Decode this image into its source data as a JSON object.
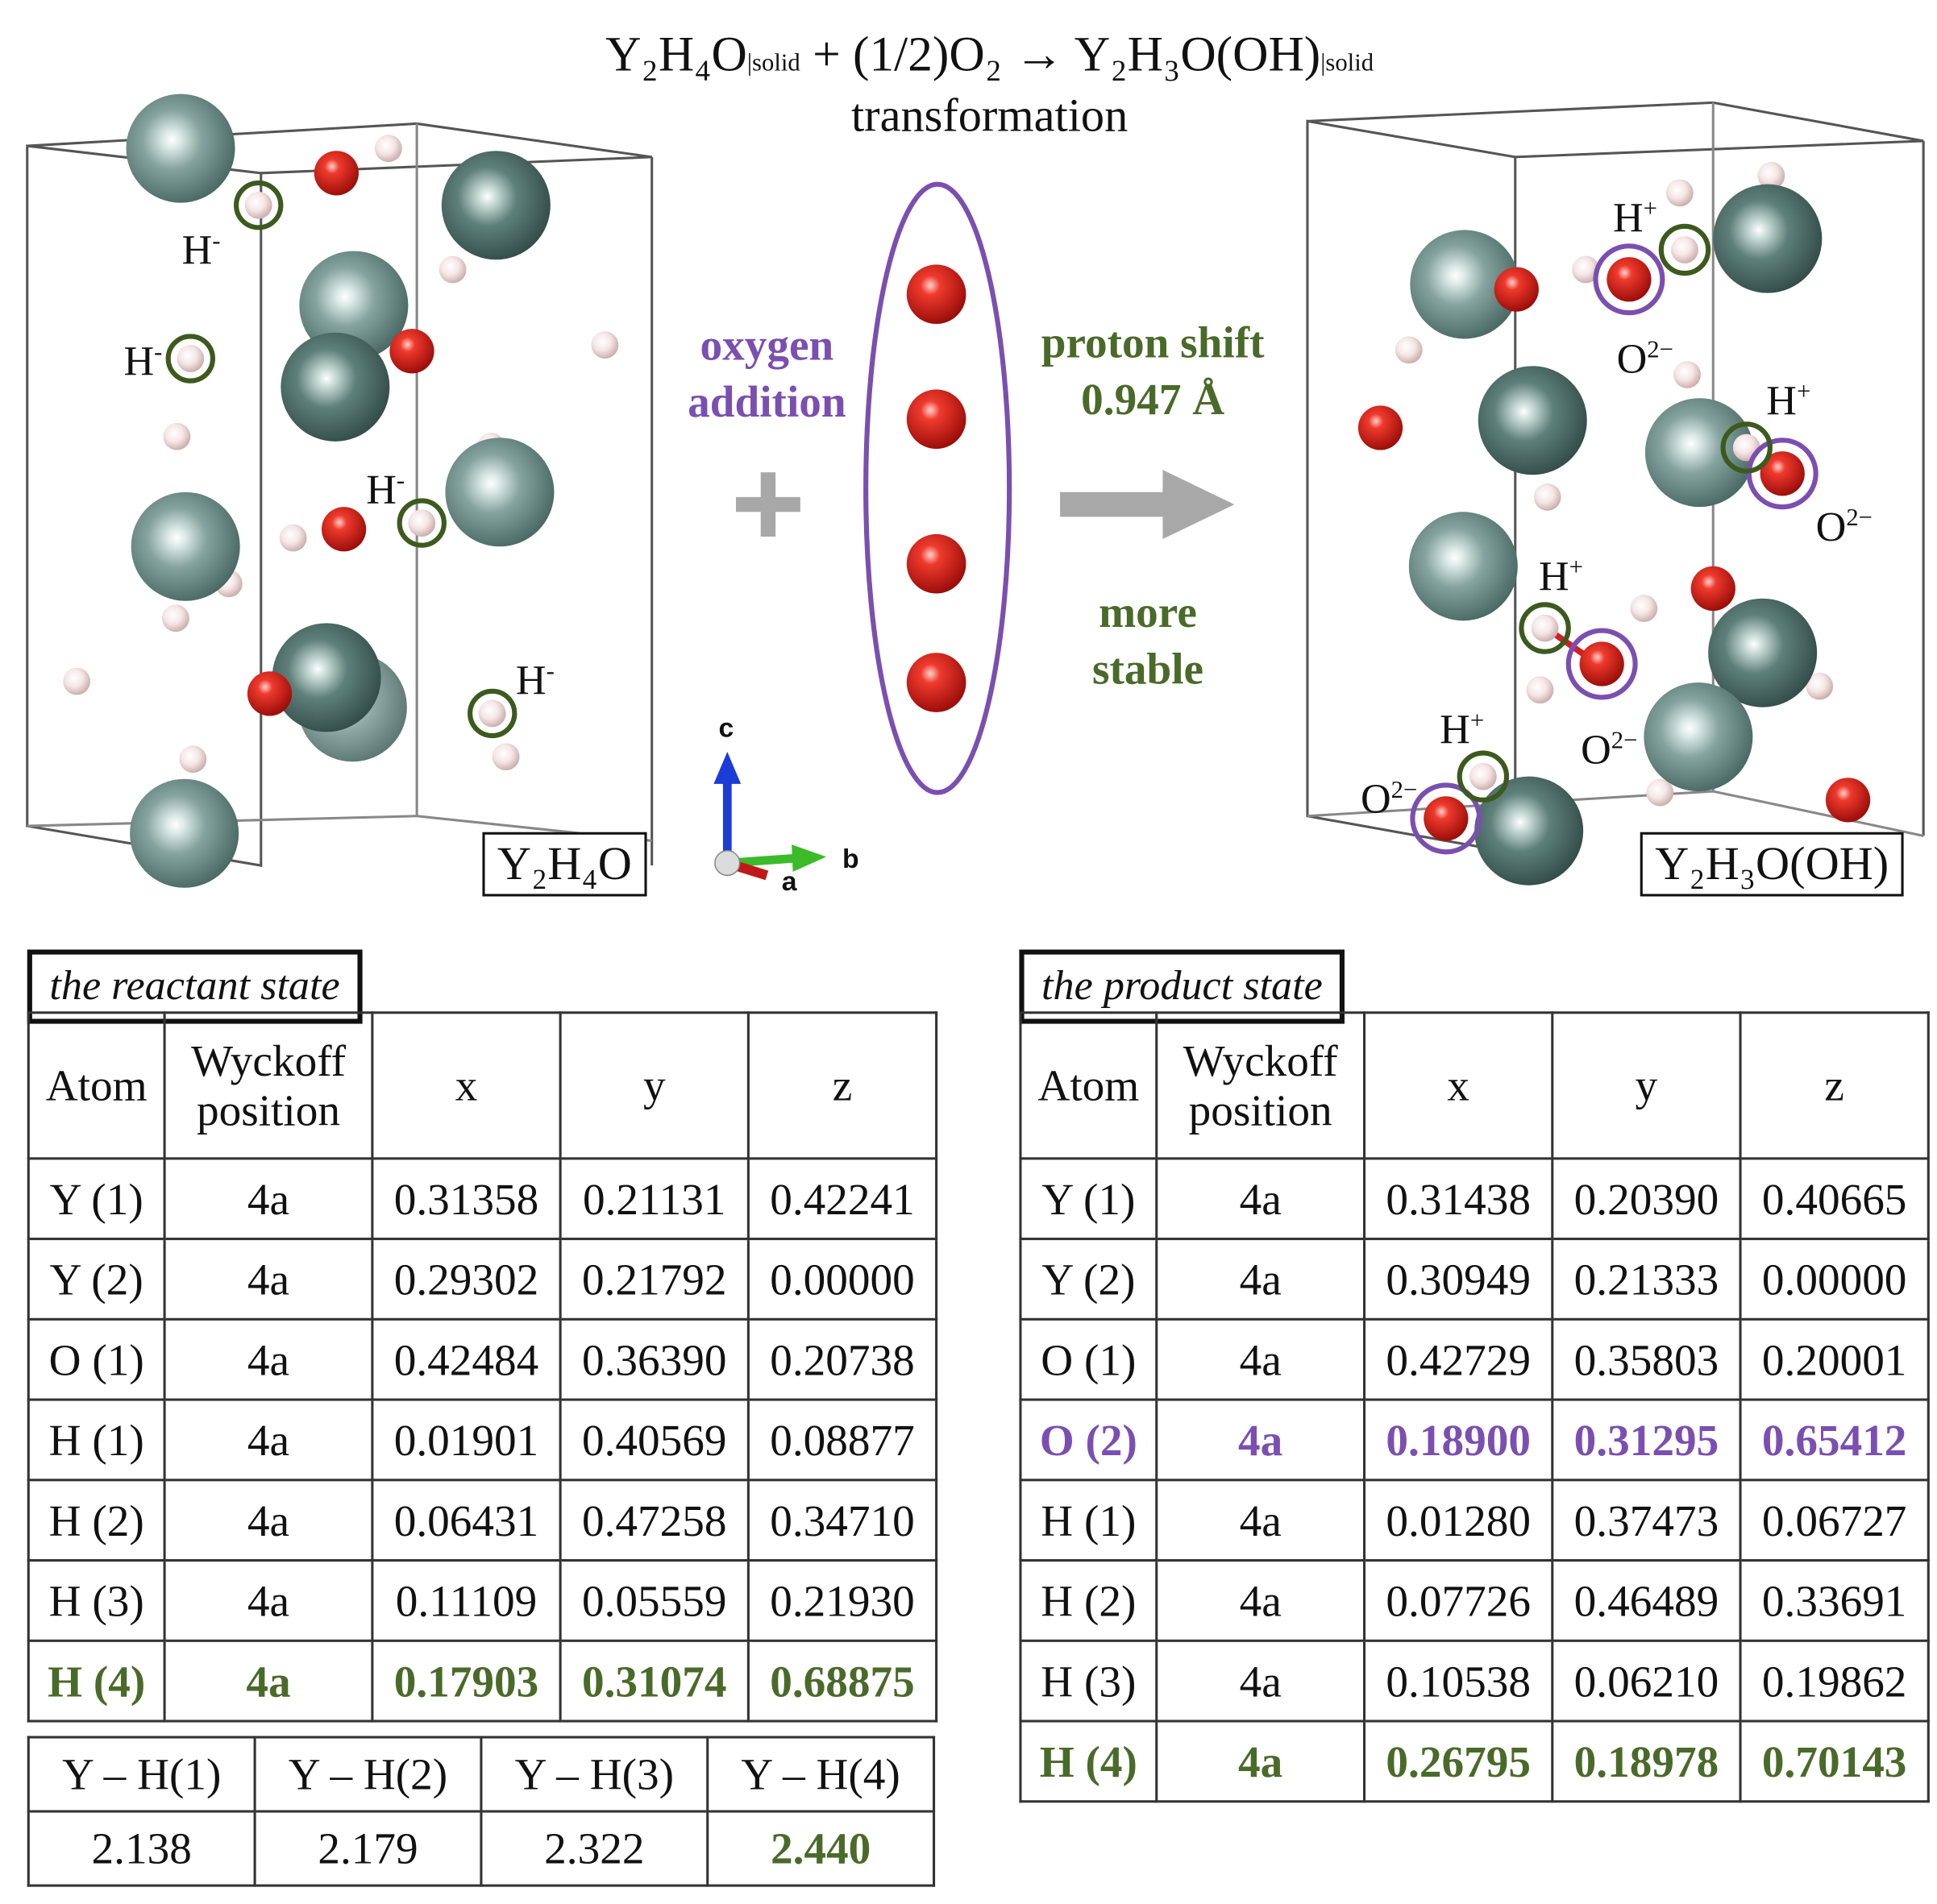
{
  "equation": {
    "left_formula": "Y₂H₄O",
    "left_state": "solid",
    "middle": " + (1/2)O₂ ",
    "arrow": "→",
    "right_formula": "Y₂H₃O(OH)",
    "right_state": "solid",
    "subtitle": "transformation"
  },
  "labels": {
    "oxygen_addition": [
      "oxygen",
      "addition"
    ],
    "proton_shift": [
      "proton shift",
      "0.947 Å"
    ],
    "more_stable": [
      "more",
      "stable"
    ],
    "reactant_cell": "Y₂H₄O",
    "product_cell": "Y₂H₃O(OH)",
    "hydride_ion": "H",
    "hydride_charge": "-",
    "proton_ion": "H",
    "proton_charge": "+",
    "oxide_ion": "O",
    "oxide_charge": "2−",
    "axis_a": "a",
    "axis_b": "b",
    "axis_c": "c"
  },
  "colors": {
    "yttrium": "#6a8c85",
    "oxygen": "#e0201b",
    "hydrogen": "#f1dcdc",
    "highlight_purple": "#7b4fb0",
    "highlight_green": "#4a6a2a",
    "arrow_gray": "#a8a8a8",
    "axis_c": "#1c3cd6",
    "axis_b": "#3bbb2a",
    "axis_a": "#c01818"
  },
  "reactant_table": {
    "caption": "the reactant state",
    "headers": [
      "Atom",
      "Wyckoff position",
      "x",
      "y",
      "z"
    ],
    "rows": [
      [
        "Y (1)",
        "4a",
        "0.31358",
        "0.21131",
        "0.42241"
      ],
      [
        "Y (2)",
        "4a",
        "0.29302",
        "0.21792",
        "0.00000"
      ],
      [
        "O (1)",
        "4a",
        "0.42484",
        "0.36390",
        "0.20738"
      ],
      [
        "H (1)",
        "4a",
        "0.01901",
        "0.40569",
        "0.08877"
      ],
      [
        "H (2)",
        "4a",
        "0.06431",
        "0.47258",
        "0.34710"
      ],
      [
        "H (3)",
        "4a",
        "0.11109",
        "0.05559",
        "0.21930"
      ],
      [
        "H (4)",
        "4a",
        "0.17903",
        "0.31074",
        "0.68875"
      ]
    ]
  },
  "product_table": {
    "caption": "the product state",
    "headers": [
      "Atom",
      "Wyckoff position",
      "x",
      "y",
      "z"
    ],
    "rows": [
      [
        "Y (1)",
        "4a",
        "0.31438",
        "0.20390",
        "0.40665"
      ],
      [
        "Y (2)",
        "4a",
        "0.30949",
        "0.21333",
        "0.00000"
      ],
      [
        "O (1)",
        "4a",
        "0.42729",
        "0.35803",
        "0.20001"
      ],
      [
        "O (2)",
        "4a",
        "0.18900",
        "0.31295",
        "0.65412"
      ],
      [
        "H (1)",
        "4a",
        "0.01280",
        "0.37473",
        "0.06727"
      ],
      [
        "H (2)",
        "4a",
        "0.07726",
        "0.46489",
        "0.33691"
      ],
      [
        "H (3)",
        "4a",
        "0.10538",
        "0.06210",
        "0.19862"
      ],
      [
        "H (4)",
        "4a",
        "0.26795",
        "0.18978",
        "0.70143"
      ]
    ]
  },
  "bond_table": {
    "headers": [
      "Y – H(1)",
      "Y – H(2)",
      "Y – H(3)",
      "Y – H(4)"
    ],
    "values": [
      "2.138",
      "2.179",
      "2.322",
      "2.440"
    ]
  }
}
